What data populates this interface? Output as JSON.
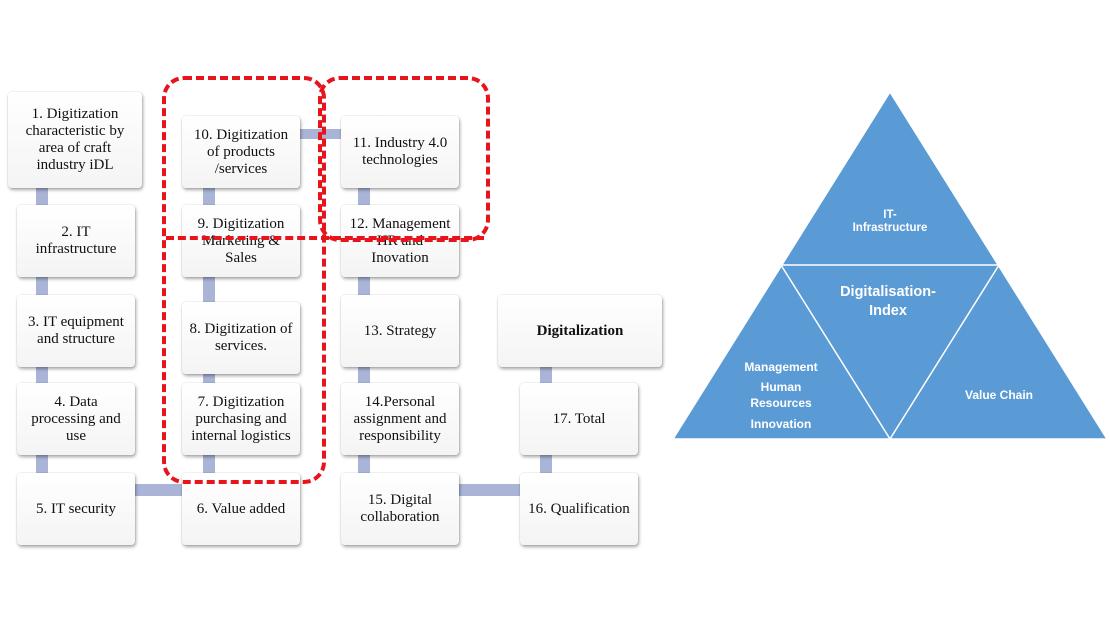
{
  "diagram": {
    "boxes": [
      {
        "id": "b1",
        "text": "1. Digitization characteristic by area of craft industry iDL"
      },
      {
        "id": "b2",
        "text": "2. IT infrastructure"
      },
      {
        "id": "b3",
        "text": "3. IT equipment and structure"
      },
      {
        "id": "b4",
        "text": "4. Data processing and use"
      },
      {
        "id": "b5",
        "text": "5. IT security"
      },
      {
        "id": "b6",
        "text": "6. Value added"
      },
      {
        "id": "b7",
        "text": "7. Digitization purchasing and internal logistics"
      },
      {
        "id": "b8",
        "text": "8. Digitization of services."
      },
      {
        "id": "b9",
        "text": "9. Digitization Marketing & Sales"
      },
      {
        "id": "b10",
        "text": "10. Digitization of products /services"
      },
      {
        "id": "b11",
        "text": "11. Industry 4.0 technologies"
      },
      {
        "id": "b12",
        "text": "12. Management HR and Inovation"
      },
      {
        "id": "b13",
        "text": "13. Strategy"
      },
      {
        "id": "b14",
        "text": "14.Personal assignment and responsibility"
      },
      {
        "id": "b15",
        "text": "15. Digital collaboration"
      },
      {
        "id": "b16",
        "text": "16. Qualification"
      },
      {
        "id": "b17",
        "text": "17. Total"
      },
      {
        "id": "b18",
        "text": "Digitalization"
      }
    ]
  },
  "pyramid": {
    "colors": {
      "fill": "#5b9bd5",
      "stroke": "#ffffff"
    },
    "top": [
      "IT-",
      "Infrastructure"
    ],
    "center": [
      "Digitalisation-",
      "Index"
    ],
    "left": [
      "Management",
      "Human",
      "Resources",
      "Innovation"
    ],
    "right": "Value Chain"
  }
}
